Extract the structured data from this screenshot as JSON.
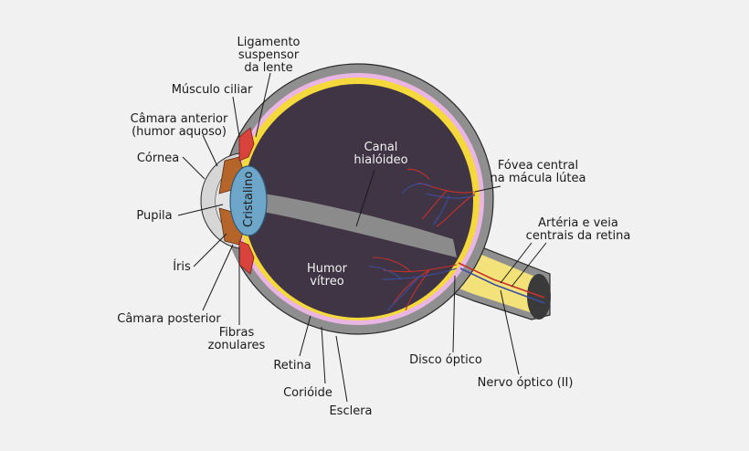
{
  "diagram": {
    "title_parts": {
      "ligamento": [
        "Ligamento",
        "suspensor",
        "da lente"
      ],
      "musculo_ciliar": "Músculo ciliar",
      "camara_anterior": [
        "Câmara anterior",
        "(humor aquoso)"
      ],
      "cornea": "Córnea",
      "pupila": "Pupila",
      "iris": "Íris",
      "camara_posterior": "Câmara posterior",
      "fibras_zonulares": [
        "Fibras",
        "zonulares"
      ],
      "retina": "Retina",
      "coroide": "Corióide",
      "esclera": "Esclera",
      "disco_optico": "Disco óptico",
      "nervo_optico": "Nervo óptico (II)",
      "arteria_veia": [
        "Artéria e veia",
        "centrais da retina"
      ],
      "fovea": [
        "Fóvea central",
        "na mácula lútea"
      ],
      "canal": [
        "Canal",
        "hialóideo"
      ],
      "humor_vitreo": [
        "Humor",
        "vítreo"
      ],
      "cristalino": "Cristalino"
    },
    "colors": {
      "background": "#f1f1f1",
      "sclera": "#8f8f8f",
      "choroid": "#e9b6e4",
      "retina": "#f5d83c",
      "vitreous": "#3f3545",
      "hyaloid_canal": "#8b8b8b",
      "lens": "#6ea6c9",
      "iris": "#b5642a",
      "ciliary_muscle": "#d8443c",
      "cornea": "#d6d6d6",
      "optic_nerve": "#f3e27a",
      "artery": "#c8312b",
      "vein": "#3b4f9e"
    }
  }
}
